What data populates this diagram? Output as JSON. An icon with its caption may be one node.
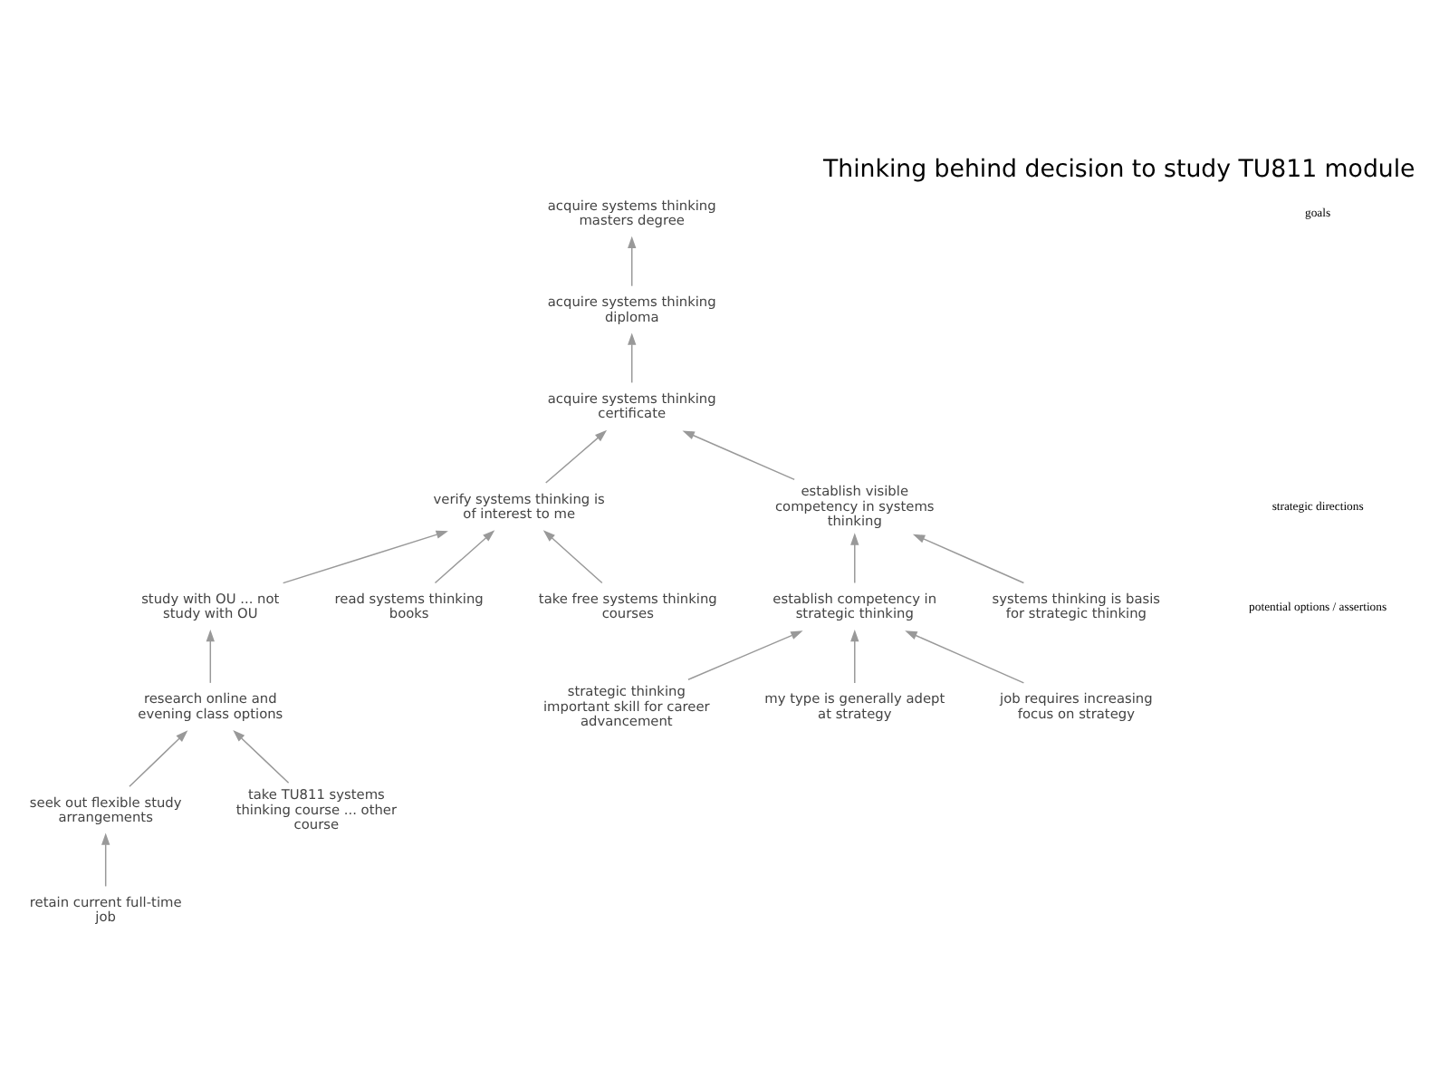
{
  "diagram": {
    "title": "Thinking behind decision to study TU811 module",
    "nodes": [
      {
        "text": [
          "acquire systems thinking masters degree"
        ]
      },
      {
        "text": [
          "acquire systems thinking diploma"
        ]
      },
      {
        "text": [
          "acquire systems thinking certificate"
        ]
      },
      {
        "text": [
          "verify systems thinking is of interest to me"
        ]
      },
      {
        "text": [
          "study with OU ... not study with OU"
        ]
      },
      {
        "text": [
          "establish visible competency in systems thinking"
        ]
      },
      {
        "text": [
          "research online and evening class options"
        ]
      },
      {
        "text": [
          "seek out flexible study arrangements"
        ]
      },
      {
        "text": [
          "establish competency in strategic thinking"
        ]
      },
      {
        "text": [
          "read systems thinking books"
        ]
      },
      {
        "text": [
          "take free systems thinking courses"
        ]
      },
      {
        "text": [
          "systems thinking is basis for strategic thinking"
        ]
      },
      {
        "text": [
          "retain current full-time job"
        ]
      },
      {
        "text": [
          "take TU811 systems thinking course ... other course"
        ]
      },
      {
        "text": [
          "strategic thinking important skill for career advancement"
        ]
      },
      {
        "text": [
          "my type is generally adept at strategy"
        ]
      },
      {
        "text": [
          "job requires increasing focus on strategy"
        ]
      }
    ],
    "edges": [
      {
        "from": 1,
        "to": 0,
        "arrow": "to"
      },
      {
        "from": 2,
        "to": 1,
        "arrow": "to"
      },
      {
        "from": 3,
        "to": 2,
        "arrow": "to"
      },
      {
        "from": 5,
        "to": 2,
        "arrow": "to"
      },
      {
        "from": 4,
        "to": 3,
        "arrow": "to"
      },
      {
        "from": 6,
        "to": 4,
        "arrow": "to"
      },
      {
        "from": 7,
        "to": 6,
        "arrow": "to"
      },
      {
        "from": 13,
        "to": 6,
        "arrow": "to"
      },
      {
        "from": 12,
        "to": 7,
        "arrow": "to"
      },
      {
        "from": 9,
        "to": 3,
        "arrow": "to"
      },
      {
        "from": 10,
        "to": 3,
        "arrow": "to"
      },
      {
        "from": 11,
        "to": 5,
        "arrow": "to"
      },
      {
        "from": 8,
        "to": 5,
        "arrow": "to"
      },
      {
        "from": 14,
        "to": 8,
        "arrow": "to"
      },
      {
        "from": 15,
        "to": 8,
        "arrow": "to"
      },
      {
        "from": 16,
        "to": 8,
        "arrow": "to"
      }
    ],
    "labels": [
      "goals",
      "strategic directions",
      "potential options / assertions"
    ]
  }
}
